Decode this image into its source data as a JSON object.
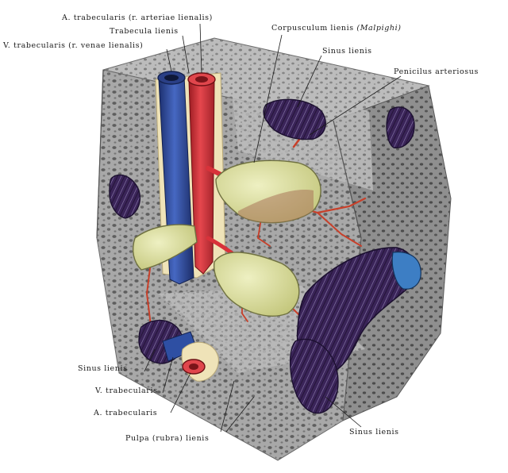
{
  "labels": {
    "a_trab_top": "A. trabecularis (r. arteriae lienalis)",
    "trabecula": "Trabecula lienis",
    "v_trab_top": "V. trabecularis (r. venae lienalis)",
    "corpusculum": "Corpusculum lienis",
    "malpighi": "(Malpighi)",
    "sinus_top": "Sinus lienis",
    "penicilus": "Penicilus arteriosus",
    "sinus_left": "Sinus lienis",
    "v_trab_bottom": "V. trabecularis",
    "a_trab_bottom": "A. trabecularis",
    "pulpa": "Pulpa (rubra) lienis",
    "sinus_bottom": "Sinus lienis"
  },
  "colors": {
    "pulp_front": "#a6a6a6",
    "pulp_top": "#b4b4b4",
    "pulp_right": "#8c8c8c",
    "artery": "#d8323a",
    "vein": "#2e4fa3",
    "trabecula": "#efe3b8",
    "corpuscle": "#d9dc9a",
    "sinus": "#3a2458",
    "label_text": "#1a1a1a"
  }
}
